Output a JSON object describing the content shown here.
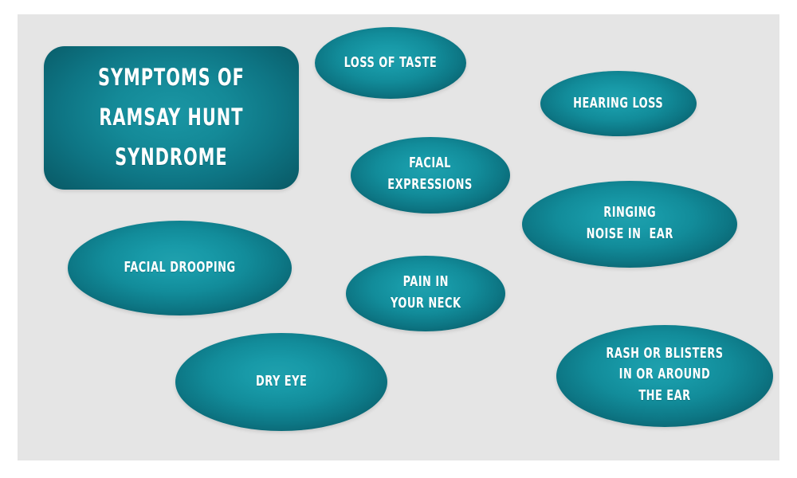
{
  "background": {
    "outer_color": "#ffffff",
    "panel_color": "#e5e5e5"
  },
  "palette": {
    "teal_center": "#1fa0ad",
    "teal_mid": "#128c9a",
    "teal_edge": "#095c68",
    "title_center": "#1a96a4",
    "title_edge": "#085864",
    "text_color": "#ffffff"
  },
  "title": {
    "line1": "SYMPTOMS OF",
    "line2": "RAMSAY HUNT",
    "line3": "SYNDROME",
    "text": "SYMPTOMS OF\nRAMSAY HUNT\nSYNDROME"
  },
  "symptoms": [
    {
      "id": "loss-of-taste",
      "text": "LOSS OF TASTE",
      "lines": [
        "LOSS OF TASTE"
      ]
    },
    {
      "id": "hearing-loss",
      "text": "HEARING LOSS",
      "lines": [
        "HEARING LOSS"
      ]
    },
    {
      "id": "facial-expressions",
      "text": "FACIAL\nEXPRESSIONS",
      "lines": [
        "FACIAL",
        "EXPRESSIONS"
      ]
    },
    {
      "id": "ringing-noise-in-ear",
      "text": "RINGING\nNOISE IN  EAR",
      "lines": [
        "RINGING",
        "NOISE IN  EAR"
      ]
    },
    {
      "id": "facial-drooping",
      "text": "FACIAL DROOPING",
      "lines": [
        "FACIAL DROOPING"
      ]
    },
    {
      "id": "pain-in-your-neck",
      "text": "PAIN IN\nYOUR NECK",
      "lines": [
        "PAIN IN",
        "YOUR NECK"
      ]
    },
    {
      "id": "dry-eye",
      "text": "DRY EYE",
      "lines": [
        "DRY EYE"
      ]
    },
    {
      "id": "rash-or-blisters",
      "text": "RASH OR BLISTERS\nIN OR AROUND\nTHE EAR",
      "lines": [
        "RASH OR BLISTERS",
        "IN OR AROUND",
        "THE EAR"
      ]
    }
  ]
}
